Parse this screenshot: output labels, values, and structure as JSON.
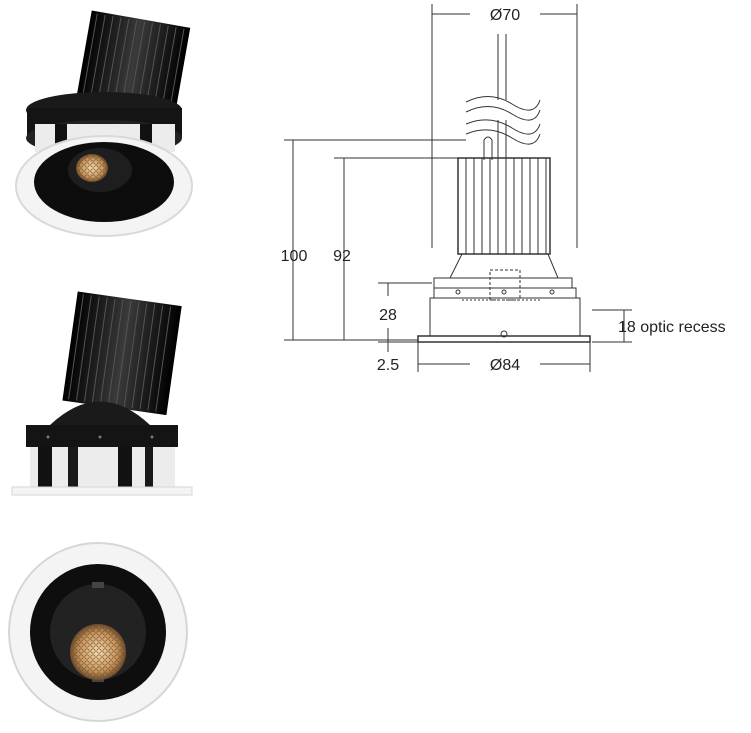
{
  "drawing": {
    "dim_outer_diameter": "Ø70",
    "dim_height_total": "100",
    "dim_height_body": "92",
    "dim_ring_height": "28",
    "dim_flange": "2.5",
    "dim_trim_diameter": "Ø84",
    "dim_optic_recess": "18 optic recess"
  },
  "colors": {
    "line": "#333333",
    "heatsink": "#1a1a1a",
    "trim_white": "#f4f4f4",
    "warm_light": "#d8b07a"
  },
  "icons": [
    "product-angle-view-image",
    "product-side-view-image",
    "product-front-view-image"
  ]
}
